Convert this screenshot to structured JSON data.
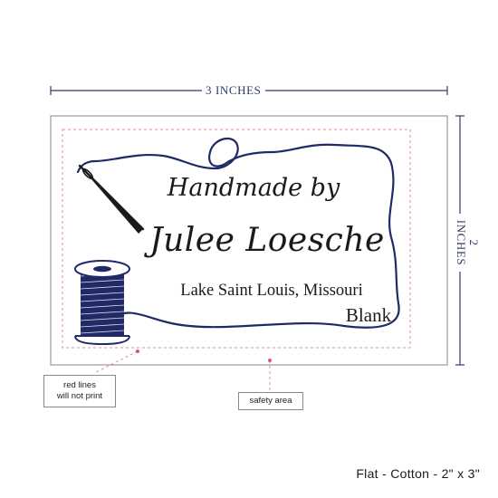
{
  "dimensions": {
    "width_label": "3 INCHES",
    "height_label": "2 INCHES"
  },
  "label": {
    "line1": "Handmade by",
    "name": "Julee Loesche",
    "location": "Lake Saint Louis, Missouri",
    "extra": "Blank"
  },
  "notes": {
    "red_lines_line1": "red lines",
    "red_lines_line2": "will not print",
    "safety_area": "safety area"
  },
  "product": {
    "title": "Flat - Cotton - 2\" x 3\""
  },
  "colors": {
    "navy": "#1f2a66",
    "dimension_line": "#2e3a6b",
    "safety_dash": "#e58aa0",
    "label_border": "#999999"
  }
}
